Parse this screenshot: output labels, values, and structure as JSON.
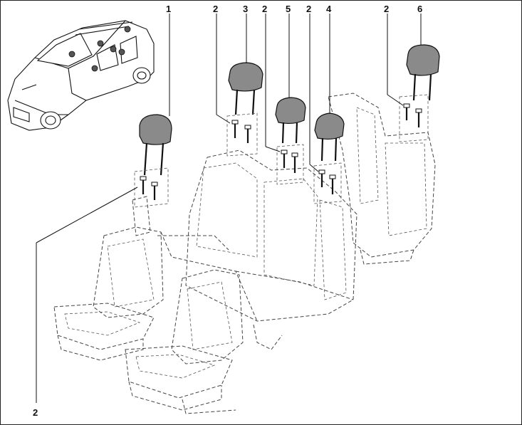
{
  "callouts": {
    "c1": "1",
    "c2a": "2",
    "c3": "3",
    "c2b": "2",
    "c5": "5",
    "c2c": "2",
    "c4": "4",
    "c2d": "2",
    "c6": "6",
    "c2e": "2"
  }
}
